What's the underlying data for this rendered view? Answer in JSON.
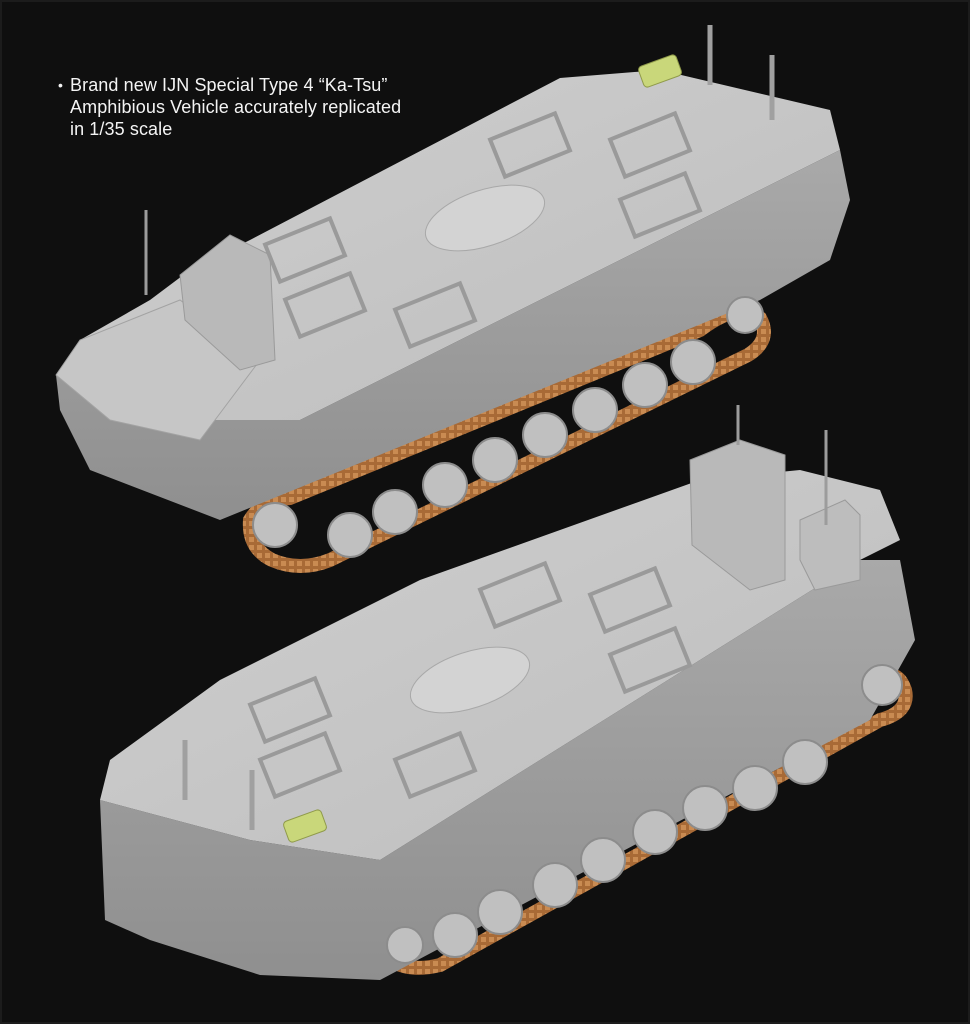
{
  "caption": {
    "bullet": "•",
    "lines": [
      "Brand new IJN Special Type 4 “Ka-Tsu”",
      "Amphibious Vehicle accurately replicated",
      "in 1/35 scale"
    ]
  },
  "colors": {
    "background": "#0f0f0f",
    "hull_light": "#c4c4c4",
    "hull_mid": "#adadad",
    "hull_dark": "#909090",
    "track": "#b77a44",
    "exhaust": "#c9d77a"
  }
}
